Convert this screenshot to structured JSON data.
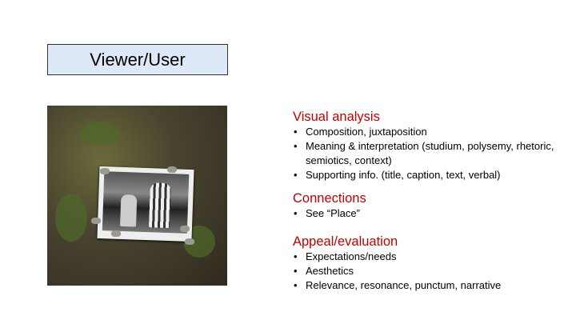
{
  "title": "Viewer/User",
  "sections": [
    {
      "heading": "Visual analysis",
      "bullets": [
        "Composition, juxtaposition",
        "Meaning & interpretation (studium, polysemy, rhetoric, semiotics, context)",
        "Supporting info. (title, caption, text, verbal)"
      ]
    },
    {
      "heading": "Connections",
      "bullets": [
        "See “Place”"
      ]
    },
    {
      "heading": "Appeal/evaluation",
      "bullets": [
        "Expectations/needs",
        "Aesthetics",
        "Relevance, resonance, punctum, narrative"
      ]
    }
  ],
  "colors": {
    "heading": "#c00000",
    "title_fill": "#dde9f7"
  }
}
